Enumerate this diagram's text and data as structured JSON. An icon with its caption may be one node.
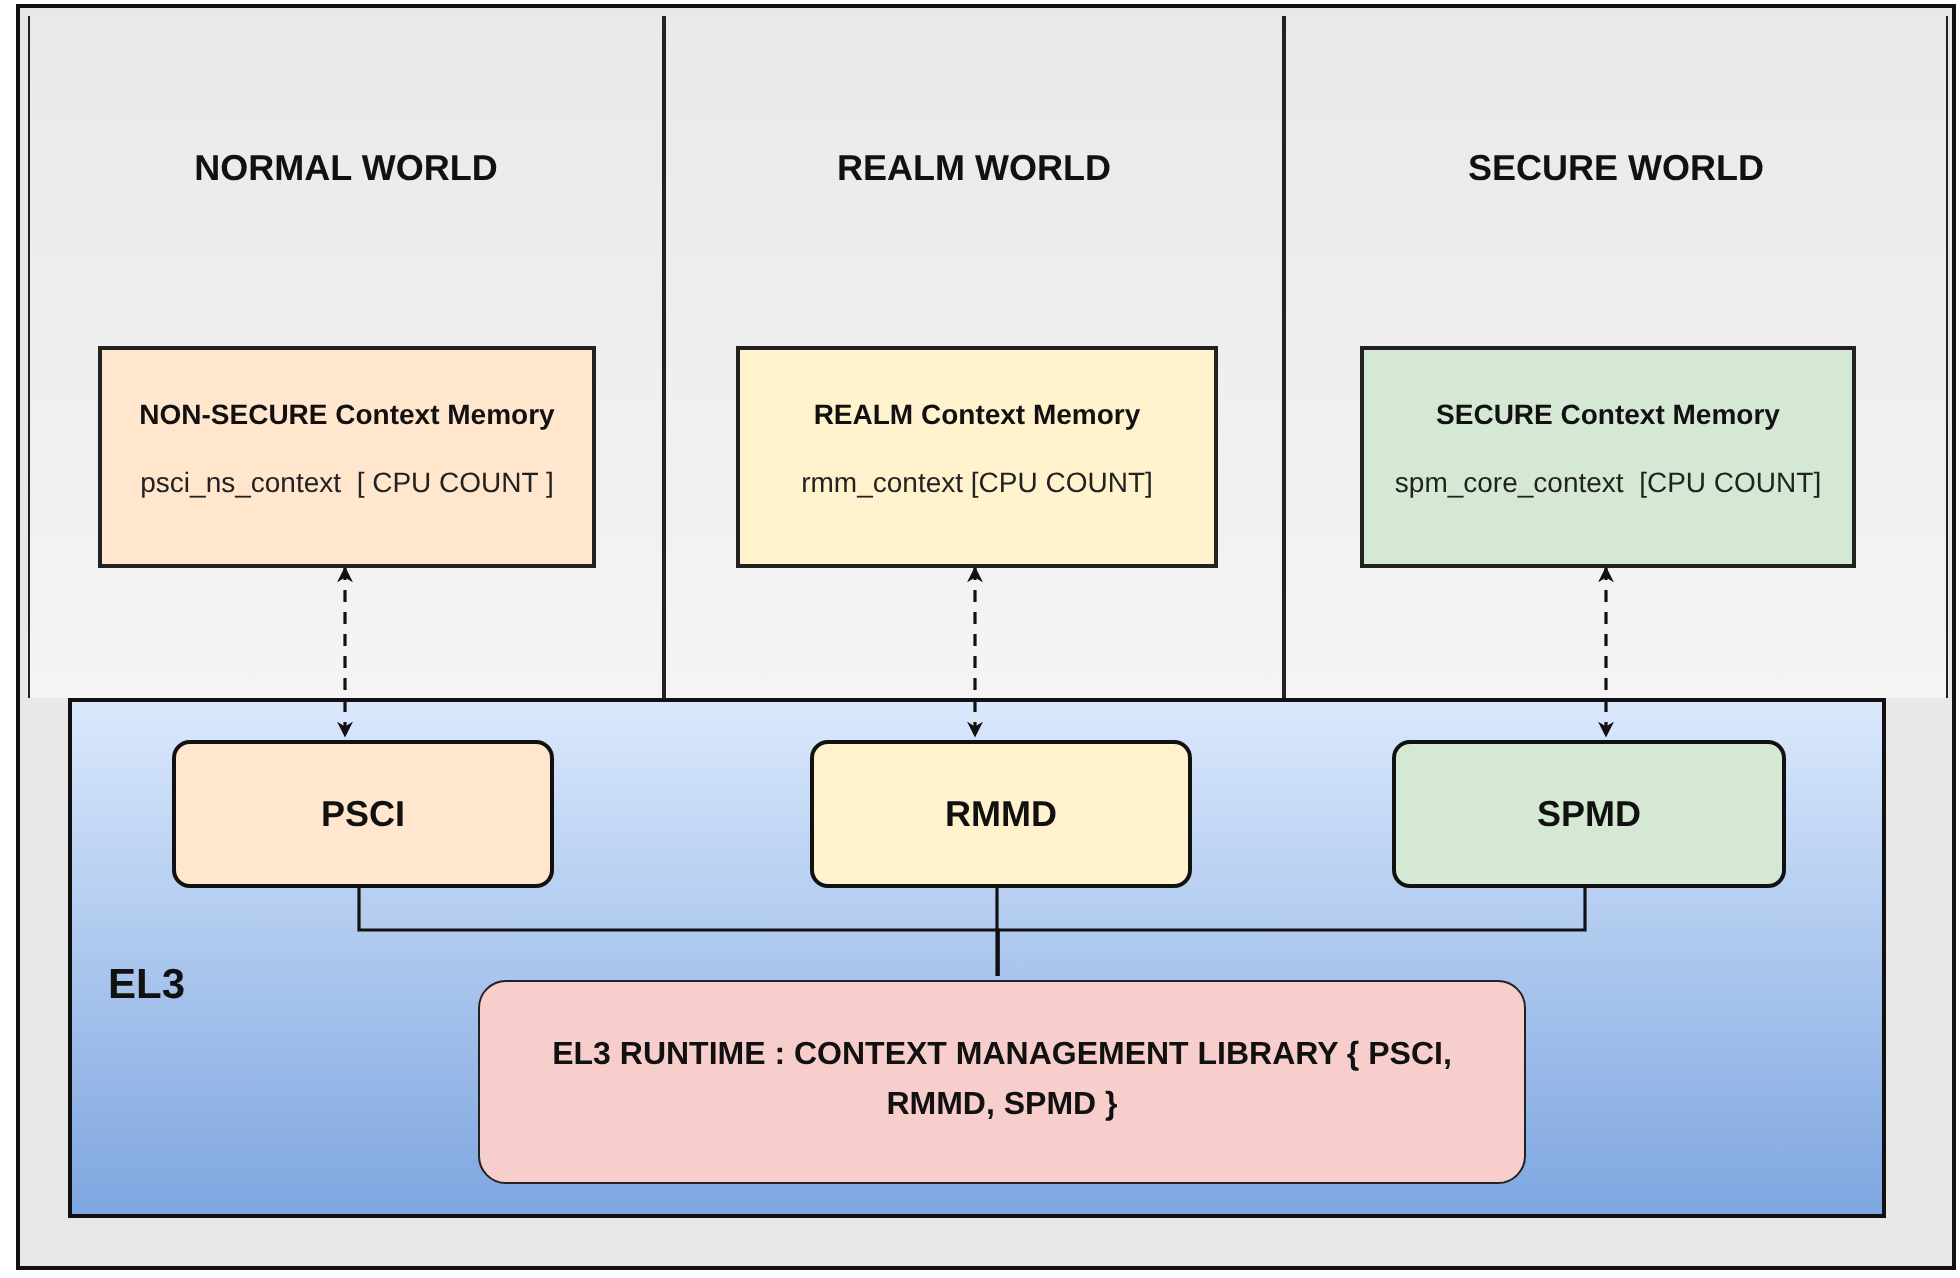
{
  "diagram": {
    "nodes": [
      {
        "text": [
          "NORMAL WORLD"
        ]
      },
      {
        "text": [
          "REALM WORLD"
        ]
      },
      {
        "text": [
          "SECURE WORLD"
        ]
      },
      {
        "text": [
          "NON-SECURE Context Memory",
          "psci_ns_context  [ CPU COUNT ]"
        ],
        "in": 0
      },
      {
        "text": [
          "REALM Context Memory",
          "rmm_context [CPU COUNT]"
        ],
        "in": 1
      },
      {
        "text": [
          "SECURE Context Memory",
          "spm_core_context  [CPU COUNT]"
        ],
        "in": 2
      },
      {
        "text": [
          "EL3"
        ]
      },
      {
        "text": [
          "PSCI"
        ],
        "in": 6
      },
      {
        "text": [
          "RMMD"
        ],
        "in": 6
      },
      {
        "text": [
          "SPMD"
        ],
        "in": 6
      },
      {
        "text": [
          "EL3 RUNTIME : CONTEXT MANAGEMENT LIBRARY { PSCI, RMMD, SPMD }"
        ],
        "in": 6
      }
    ],
    "edges": [
      {
        "from": 3,
        "to": 7,
        "arrow": "both",
        "style": "dashed"
      },
      {
        "from": 4,
        "to": 8,
        "arrow": "both",
        "style": "dashed"
      },
      {
        "from": 5,
        "to": 9,
        "arrow": "both",
        "style": "dashed"
      },
      {
        "from": 7,
        "to": 10,
        "arrow": "none"
      },
      {
        "from": 8,
        "to": 10,
        "arrow": "none"
      },
      {
        "from": 9,
        "to": 10,
        "arrow": "none"
      }
    ]
  }
}
